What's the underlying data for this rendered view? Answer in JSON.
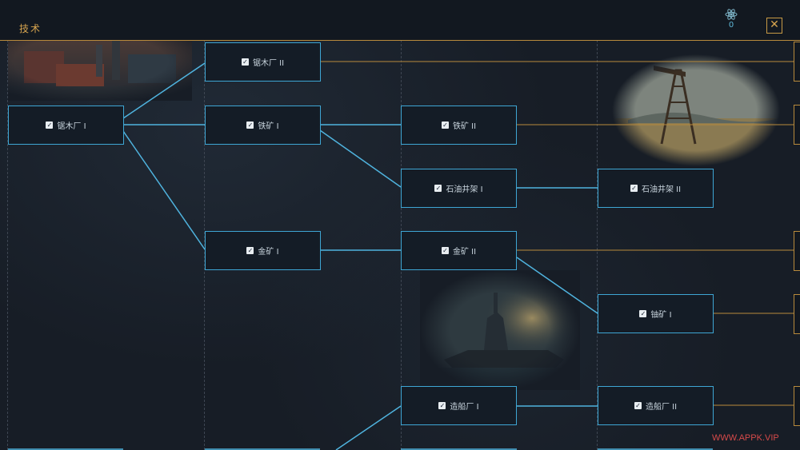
{
  "header": {
    "title": "技术",
    "research_points": "0",
    "research_icon": "atom-icon",
    "close_icon": "close-icon"
  },
  "tree": {
    "nodes": [
      {
        "id": "wood1",
        "label": "锯木厂 I",
        "checked": true
      },
      {
        "id": "wood2",
        "label": "锯木厂 II",
        "checked": true
      },
      {
        "id": "iron1",
        "label": "铁矿 I",
        "checked": true
      },
      {
        "id": "iron2",
        "label": "铁矿 II",
        "checked": true
      },
      {
        "id": "oil1",
        "label": "石油井架 I",
        "checked": true
      },
      {
        "id": "oil2",
        "label": "石油井架 II",
        "checked": true
      },
      {
        "id": "gold1",
        "label": "金矿 I",
        "checked": true
      },
      {
        "id": "gold2",
        "label": "金矿 II",
        "checked": true
      },
      {
        "id": "uran1",
        "label": "铀矿 I",
        "checked": true
      },
      {
        "id": "ship1",
        "label": "造船厂 I",
        "checked": true
      },
      {
        "id": "ship2",
        "label": "造船厂 II",
        "checked": true
      }
    ]
  },
  "colors": {
    "accent_gold": "#d6a44f",
    "node_border": "#3ea6d4",
    "background": "#171d26"
  },
  "watermark": "WWW.APPK.VIP"
}
